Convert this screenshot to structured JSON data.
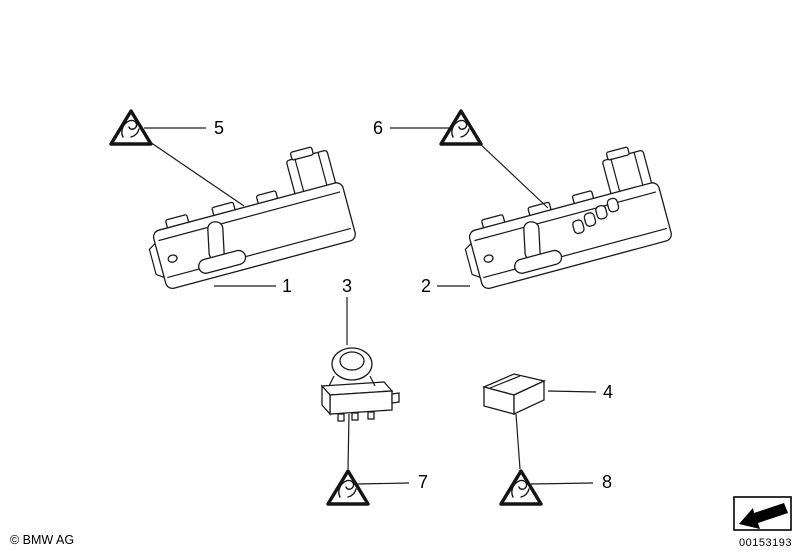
{
  "callouts": [
    {
      "label": "1"
    },
    {
      "label": "2"
    },
    {
      "label": "3"
    },
    {
      "label": "4"
    },
    {
      "label": "5"
    },
    {
      "label": "6"
    },
    {
      "label": "7"
    },
    {
      "label": "8"
    }
  ],
  "footer": {
    "copyright": "© BMW AG",
    "part_number": "00153193"
  },
  "icons": {
    "warning_triangle": "rounded-triangle-with-safety-scribble",
    "direction_arrow": "black-diagonal-arrow-in-box"
  },
  "colors": {
    "line": "#1a1a1a",
    "background": "#ffffff"
  }
}
